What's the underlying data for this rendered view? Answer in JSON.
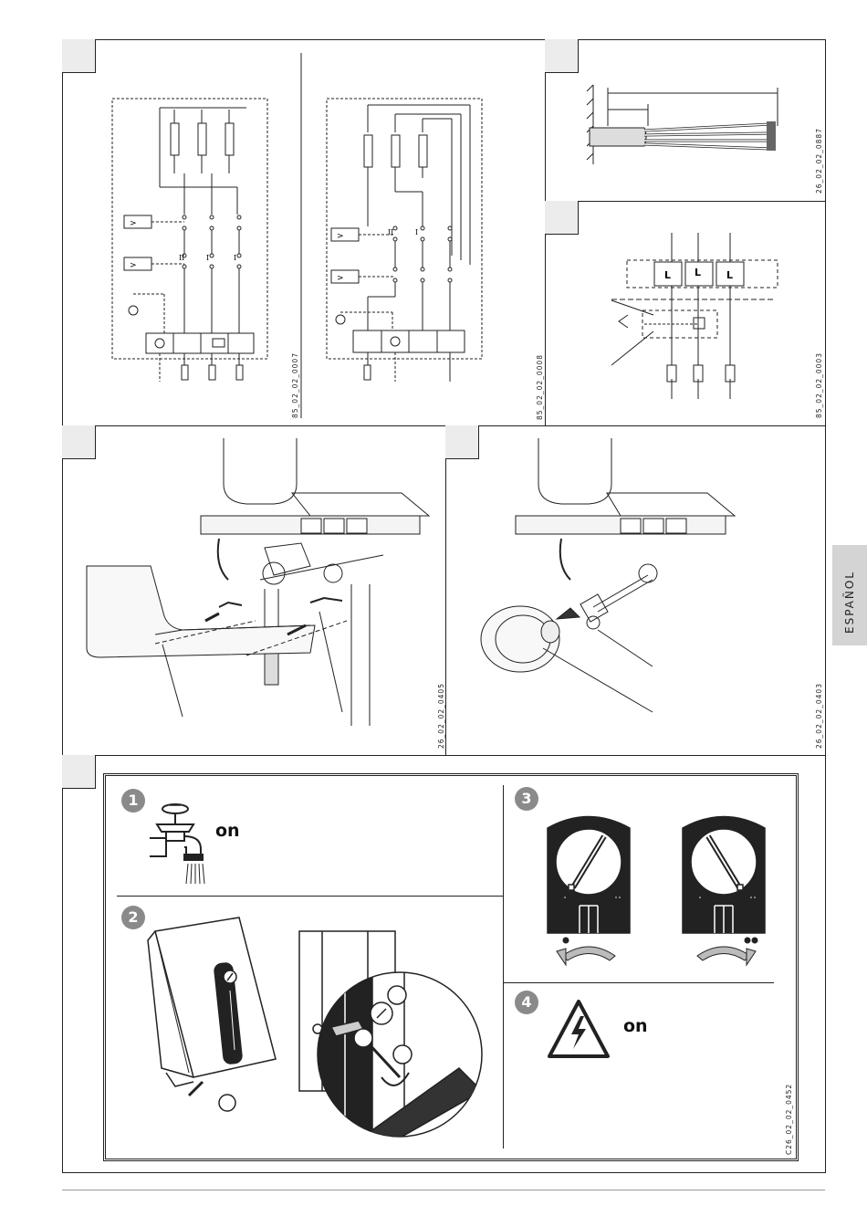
{
  "language_tab": "ESPAÑOL",
  "figure_codes": {
    "wiring_a": "85_02_02_0007",
    "wiring_b": "85_02_02_0008",
    "cable_strip": "26_02_02_0887",
    "terminal": "85_02_02_0003",
    "install_a": "26_02_02_0405",
    "install_b": "26_02_02_0403",
    "startup": "C26_02_02_0452"
  },
  "steps": {
    "s1": {
      "number": "1",
      "label": "on"
    },
    "s2": {
      "number": "2"
    },
    "s3": {
      "number": "3"
    },
    "s4": {
      "number": "4",
      "label": "on"
    }
  },
  "terminal_labels": [
    "L",
    "L",
    "L"
  ],
  "roman": {
    "two": "II",
    "one": "I"
  }
}
